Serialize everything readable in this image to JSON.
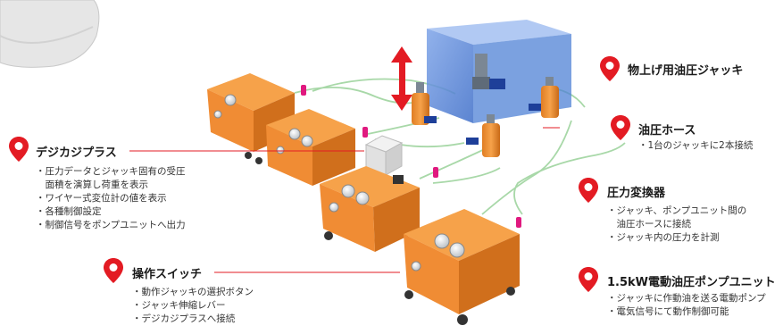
{
  "colors": {
    "pin": "#e31b23",
    "unit_body": "#f08c34",
    "unit_dark": "#d06f1c",
    "hose": "#9fd6a0",
    "load_box": "#4f82d6",
    "arrow": "#e31b23",
    "pipe_blue": "#1e3f99",
    "connector": "#e0197f"
  },
  "callouts": {
    "jack": {
      "title": "物上げ用油圧ジャッキ",
      "lines": []
    },
    "hose": {
      "title": "油圧ホース",
      "lines": [
        "・1台のジャッキに2本接続"
      ]
    },
    "converter": {
      "title": "圧力変換器",
      "lines": [
        "・ジャッキ、ポンプユニット間の",
        "　油圧ホースに接続",
        "・ジャッキ内の圧力を計測"
      ]
    },
    "pump": {
      "title": "1.5kW電動油圧ポンプユニット",
      "lines": [
        "・ジャッキに作動油を送る電動ポンプ",
        "・電気信号にて動作制御可能"
      ]
    },
    "digikaji": {
      "title": "デジカジプラス",
      "lines": [
        "・圧力データとジャッキ固有の受圧",
        "　面積を演算し荷重を表示",
        "・ワイヤー式変位計の値を表示",
        "・各種制御設定",
        "・制御信号をポンプユニットへ出力"
      ]
    },
    "switch": {
      "title": "操作スイッチ",
      "lines": [
        "・動作ジャッキの選択ボタン",
        "・ジャッキ伸縮レバー",
        "・デジカジプラスへ接続"
      ]
    }
  }
}
